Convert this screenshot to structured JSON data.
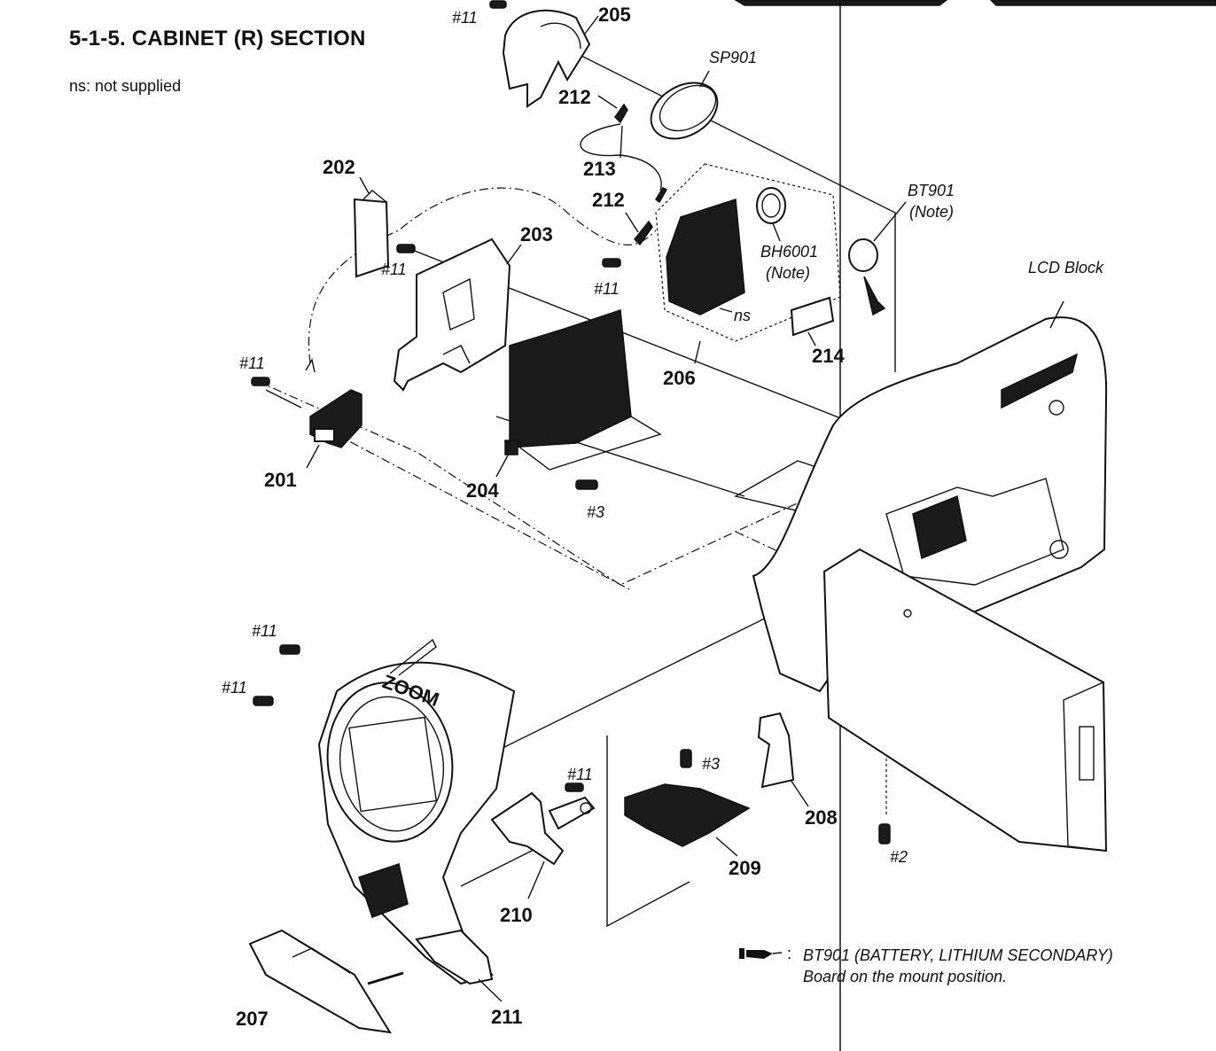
{
  "header": {
    "title": "5-1-5.   CABINET (R)  SECTION",
    "subtitle": "ns: not supplied"
  },
  "labels": {
    "p201": "201",
    "p202": "202",
    "p203": "203",
    "p204": "204",
    "p205": "205",
    "p206": "206",
    "p207": "207",
    "p208": "208",
    "p209": "209",
    "p210": "210",
    "p211": "211",
    "p212a": "212",
    "p212b": "212",
    "p213": "213",
    "p214": "214",
    "sp901": "SP901",
    "bt901": "BT901",
    "bt901_note": "(Note)",
    "bh6001": "BH6001",
    "bh6001_note": "(Note)",
    "lcd_block": "LCD Block",
    "ns": "ns",
    "screw11": "#11",
    "screw3": "#3",
    "screw2": "#2"
  },
  "footnote": {
    "colon": ":",
    "line1": "BT901 (BATTERY, LITHIUM SECONDARY)",
    "line2": "Board on the mount position."
  },
  "decor": {
    "lens_text": "ZOOM"
  }
}
